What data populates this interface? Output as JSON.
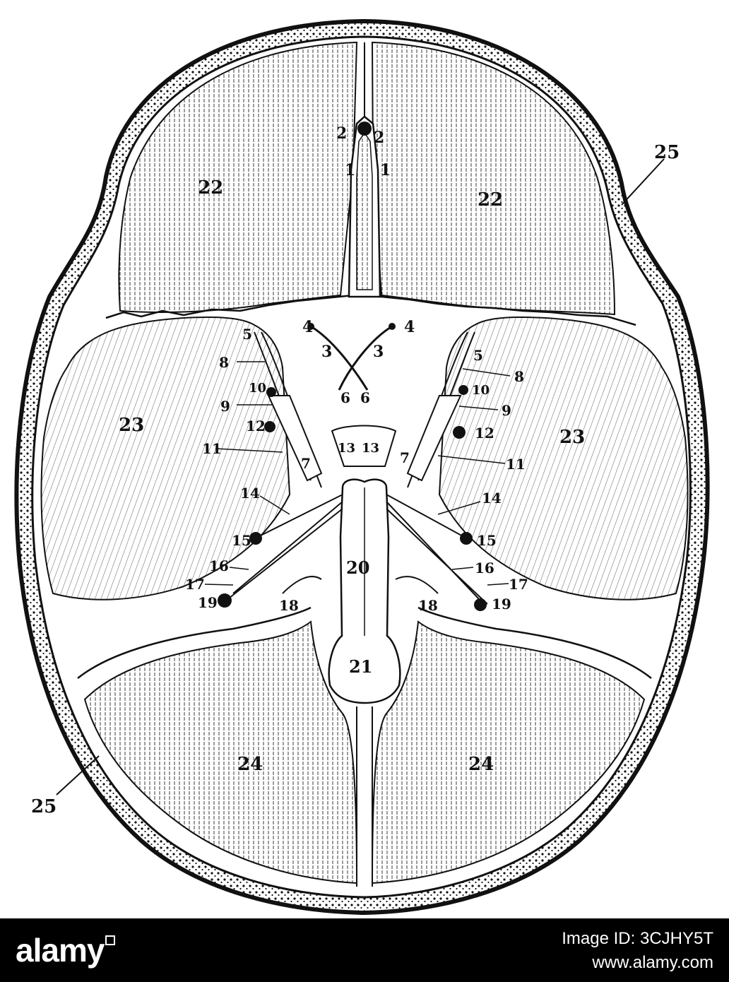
{
  "diagram": {
    "labels": [
      "1",
      "2",
      "3",
      "4",
      "5",
      "6",
      "7",
      "8",
      "9",
      "10",
      "11",
      "12",
      "13",
      "14",
      "15",
      "16",
      "17",
      "18",
      "19",
      "20",
      "21",
      "22",
      "23",
      "24",
      "25"
    ]
  },
  "footer": {
    "logo": "alamy",
    "image_id": "Image ID: 3CJHY5T",
    "site": "www.alamy.com"
  }
}
